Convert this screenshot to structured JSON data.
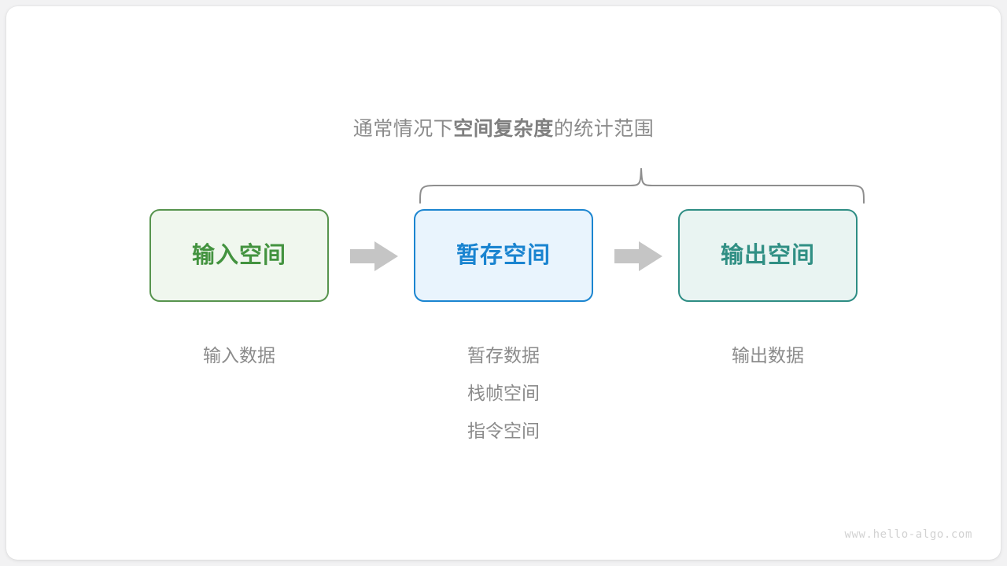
{
  "annotation": {
    "prefix": "通常情况下",
    "emphasis": "空间复杂度",
    "suffix": "的统计范围"
  },
  "boxes": [
    {
      "id": "input",
      "label": "输入空间",
      "border_color": "#57944e",
      "fill_color": "#f0f7ee",
      "text_color": "#43933f"
    },
    {
      "id": "temp",
      "label": "暂存空间",
      "border_color": "#1b85d0",
      "fill_color": "#e9f4fd",
      "text_color": "#1a84d0"
    },
    {
      "id": "output",
      "label": "输出空间",
      "border_color": "#2e8d84",
      "fill_color": "#e9f4f2",
      "text_color": "#308f84"
    }
  ],
  "arrows": [
    {
      "id": "arrow-1",
      "icon": "right-arrow-icon",
      "color": "#c5c5c5"
    },
    {
      "id": "arrow-2",
      "icon": "right-arrow-icon",
      "color": "#c5c5c5"
    }
  ],
  "captions": {
    "input": [
      "输入数据"
    ],
    "temp": [
      "暂存数据",
      "栈帧空间",
      "指令空间"
    ],
    "output": [
      "输出数据"
    ]
  },
  "brace": {
    "color": "#8e8e8e",
    "spans": [
      "暂存空间",
      "输出空间"
    ]
  },
  "watermark": "www.hello-algo.com",
  "colors": {
    "background": "#f2f2f3",
    "card": "#ffffff",
    "muted_text": "#8b8b8b",
    "watermark_text": "#d2d2d2"
  }
}
